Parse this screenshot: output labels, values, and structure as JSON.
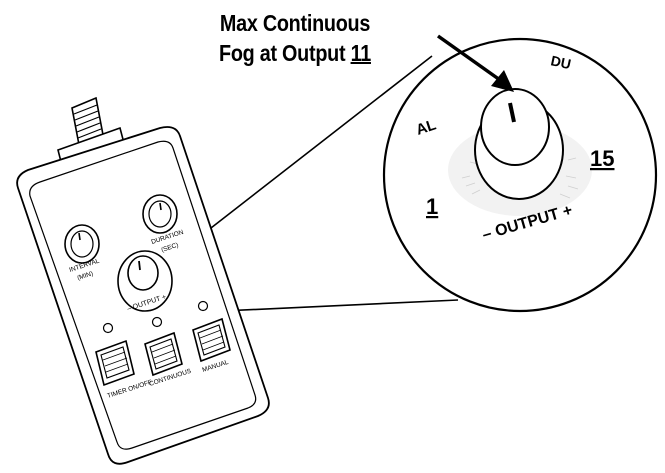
{
  "caption": {
    "line1": "Max Continuous",
    "line2_prefix": "Fog at Output ",
    "line2_value": "11"
  },
  "zoom_dial": {
    "min_label": "1",
    "max_label": "15",
    "output_label": "– OUTPUT +",
    "partial_label_left": "AL",
    "partial_label_top": "DU"
  },
  "remote": {
    "interval_label": "INTERVAL",
    "interval_unit": "(MIN)",
    "duration_label": "DURATION",
    "duration_unit": "(SEC)",
    "output_label": "– OUTPUT +",
    "button_labels": [
      "TIMER ON/OFF",
      "CONTINUOUS",
      "MANUAL"
    ]
  }
}
